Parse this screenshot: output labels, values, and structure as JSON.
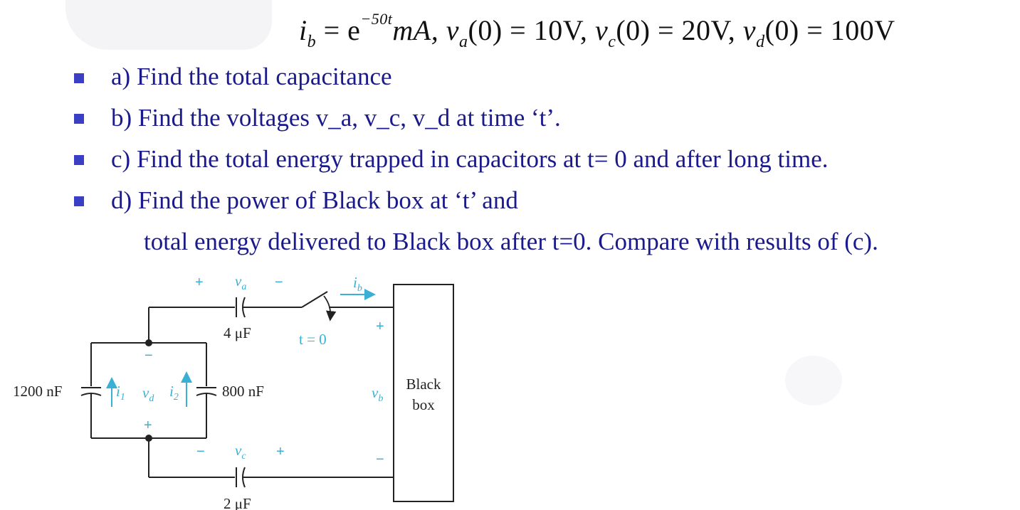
{
  "header": {
    "formula": {
      "i_symbol": "i",
      "i_sub": "b",
      "eq1": " = e",
      "exp": "−50t",
      "unit": "mA, ",
      "va": "v",
      "va_sub": "a",
      "va_rest": "(0) = 10V, ",
      "vc": "v",
      "vc_sub": "c",
      "vc_rest": "(0) = 20V, ",
      "vd": "v",
      "vd_sub": "d",
      "vd_rest": "(0) = 100V"
    }
  },
  "questions": [
    {
      "label": "a) Find the total capacitance"
    },
    {
      "label": "b) Find the voltages v_a, v_c, v_d at time ‘t’."
    },
    {
      "label": "c) Find the total energy trapped in capacitors at t= 0 and after long time."
    },
    {
      "label": "d) Find the power of Black box at ‘t’ and"
    }
  ],
  "question_d_continuation": "total energy delivered to Black box after t=0. Compare with results of (c).",
  "circuit": {
    "cap_a_value": "4 μF",
    "cap_c_value": "2 μF",
    "cap_left_value": "1200 nF",
    "cap_right_value": "800 nF",
    "va_label": "v",
    "va_sub": "a",
    "vc_label": "v",
    "vc_sub": "c",
    "vd_label": "v",
    "vd_sub": "d",
    "vb_label": "v",
    "vb_sub": "b",
    "ib_label": "i",
    "ib_sub": "b",
    "i1_label": "i",
    "i1_sub": "1",
    "i2_label": "i",
    "i2_sub": "2",
    "switch_label": "t = 0",
    "box_line1": "Black",
    "box_line2": "box",
    "plus": "+",
    "minus": "−",
    "accent_color": "#3ab0d4",
    "wire_color": "#222222"
  },
  "colors": {
    "question_text": "#1a1a8c",
    "bullet": "#3b3fc4",
    "formula_text": "#111111"
  }
}
